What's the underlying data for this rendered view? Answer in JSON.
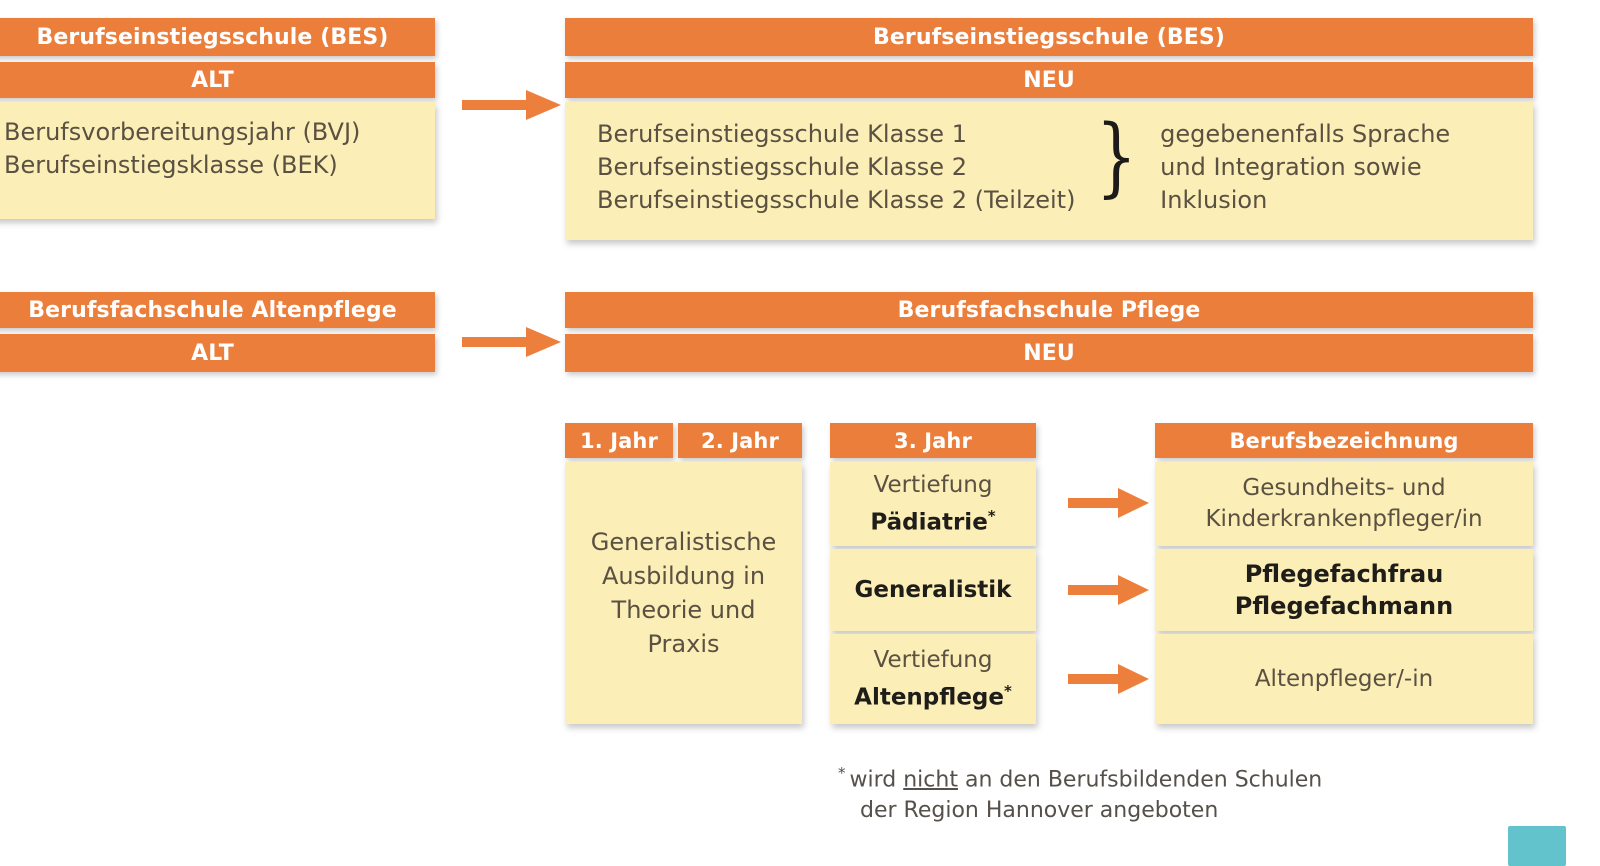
{
  "colors": {
    "orange": "#EC7E3B",
    "cream": "#FBEEB6",
    "text": "#5a5142",
    "teal": "#63C3CC"
  },
  "row_bes": {
    "old": {
      "title": "Berufseinstiegsschule (BES)",
      "subtitle": "ALT",
      "items": [
        "Berufsvorbereitungsjahr (BVJ)",
        "Berufseinstiegsklasse (BEK)"
      ]
    },
    "arrow_icon": "arrow-right-icon",
    "new": {
      "title": "Berufseinstiegsschule (BES)",
      "subtitle": "NEU",
      "items": [
        "Berufseinstiegsschule Klasse 1",
        "Berufseinstiegsschule Klasse 2",
        "Berufseinstiegsschule Klasse 2 (Teilzeit)"
      ],
      "brace_glyph": "}",
      "note": [
        "gegebenenfalls Sprache",
        "und Integration sowie",
        "Inklusion"
      ]
    }
  },
  "row_pflege": {
    "old": {
      "title": "Berufsfachschule Altenpflege",
      "subtitle": "ALT"
    },
    "arrow_icon": "arrow-right-icon",
    "new": {
      "title": "Berufsfachschule Pflege",
      "subtitle": "NEU"
    }
  },
  "training_table": {
    "year_headers": [
      "1. Jahr",
      "2. Jahr"
    ],
    "year_body": [
      "Generalistische",
      "Ausbildung in",
      "Theorie und",
      "Praxis"
    ],
    "third_year_header": "3. Jahr",
    "third_year_cells": [
      {
        "prefix": "Vertiefung",
        "bold": "Pädiatrie",
        "star": "*"
      },
      {
        "prefix": "",
        "bold": "Generalistik",
        "star": ""
      },
      {
        "prefix": "Vertiefung",
        "bold": "Altenpflege",
        "star": "*"
      }
    ],
    "job_title_header": "Berufsbezeichnung",
    "job_title_cells": [
      {
        "lines": [
          "Gesundheits- und",
          "Kinderkrankenpfleger/in"
        ],
        "bold": false
      },
      {
        "lines": [
          "Pflegefachfrau",
          "Pflegefachmann"
        ],
        "bold": true
      },
      {
        "lines": [
          "Altenpfleger/-in"
        ],
        "bold": false
      }
    ]
  },
  "footnote": {
    "star": "*",
    "part1": "wird ",
    "underlined": "nicht",
    "part2": " an den Berufsbildenden Schulen",
    "line2": "der Region Hannover angeboten"
  }
}
